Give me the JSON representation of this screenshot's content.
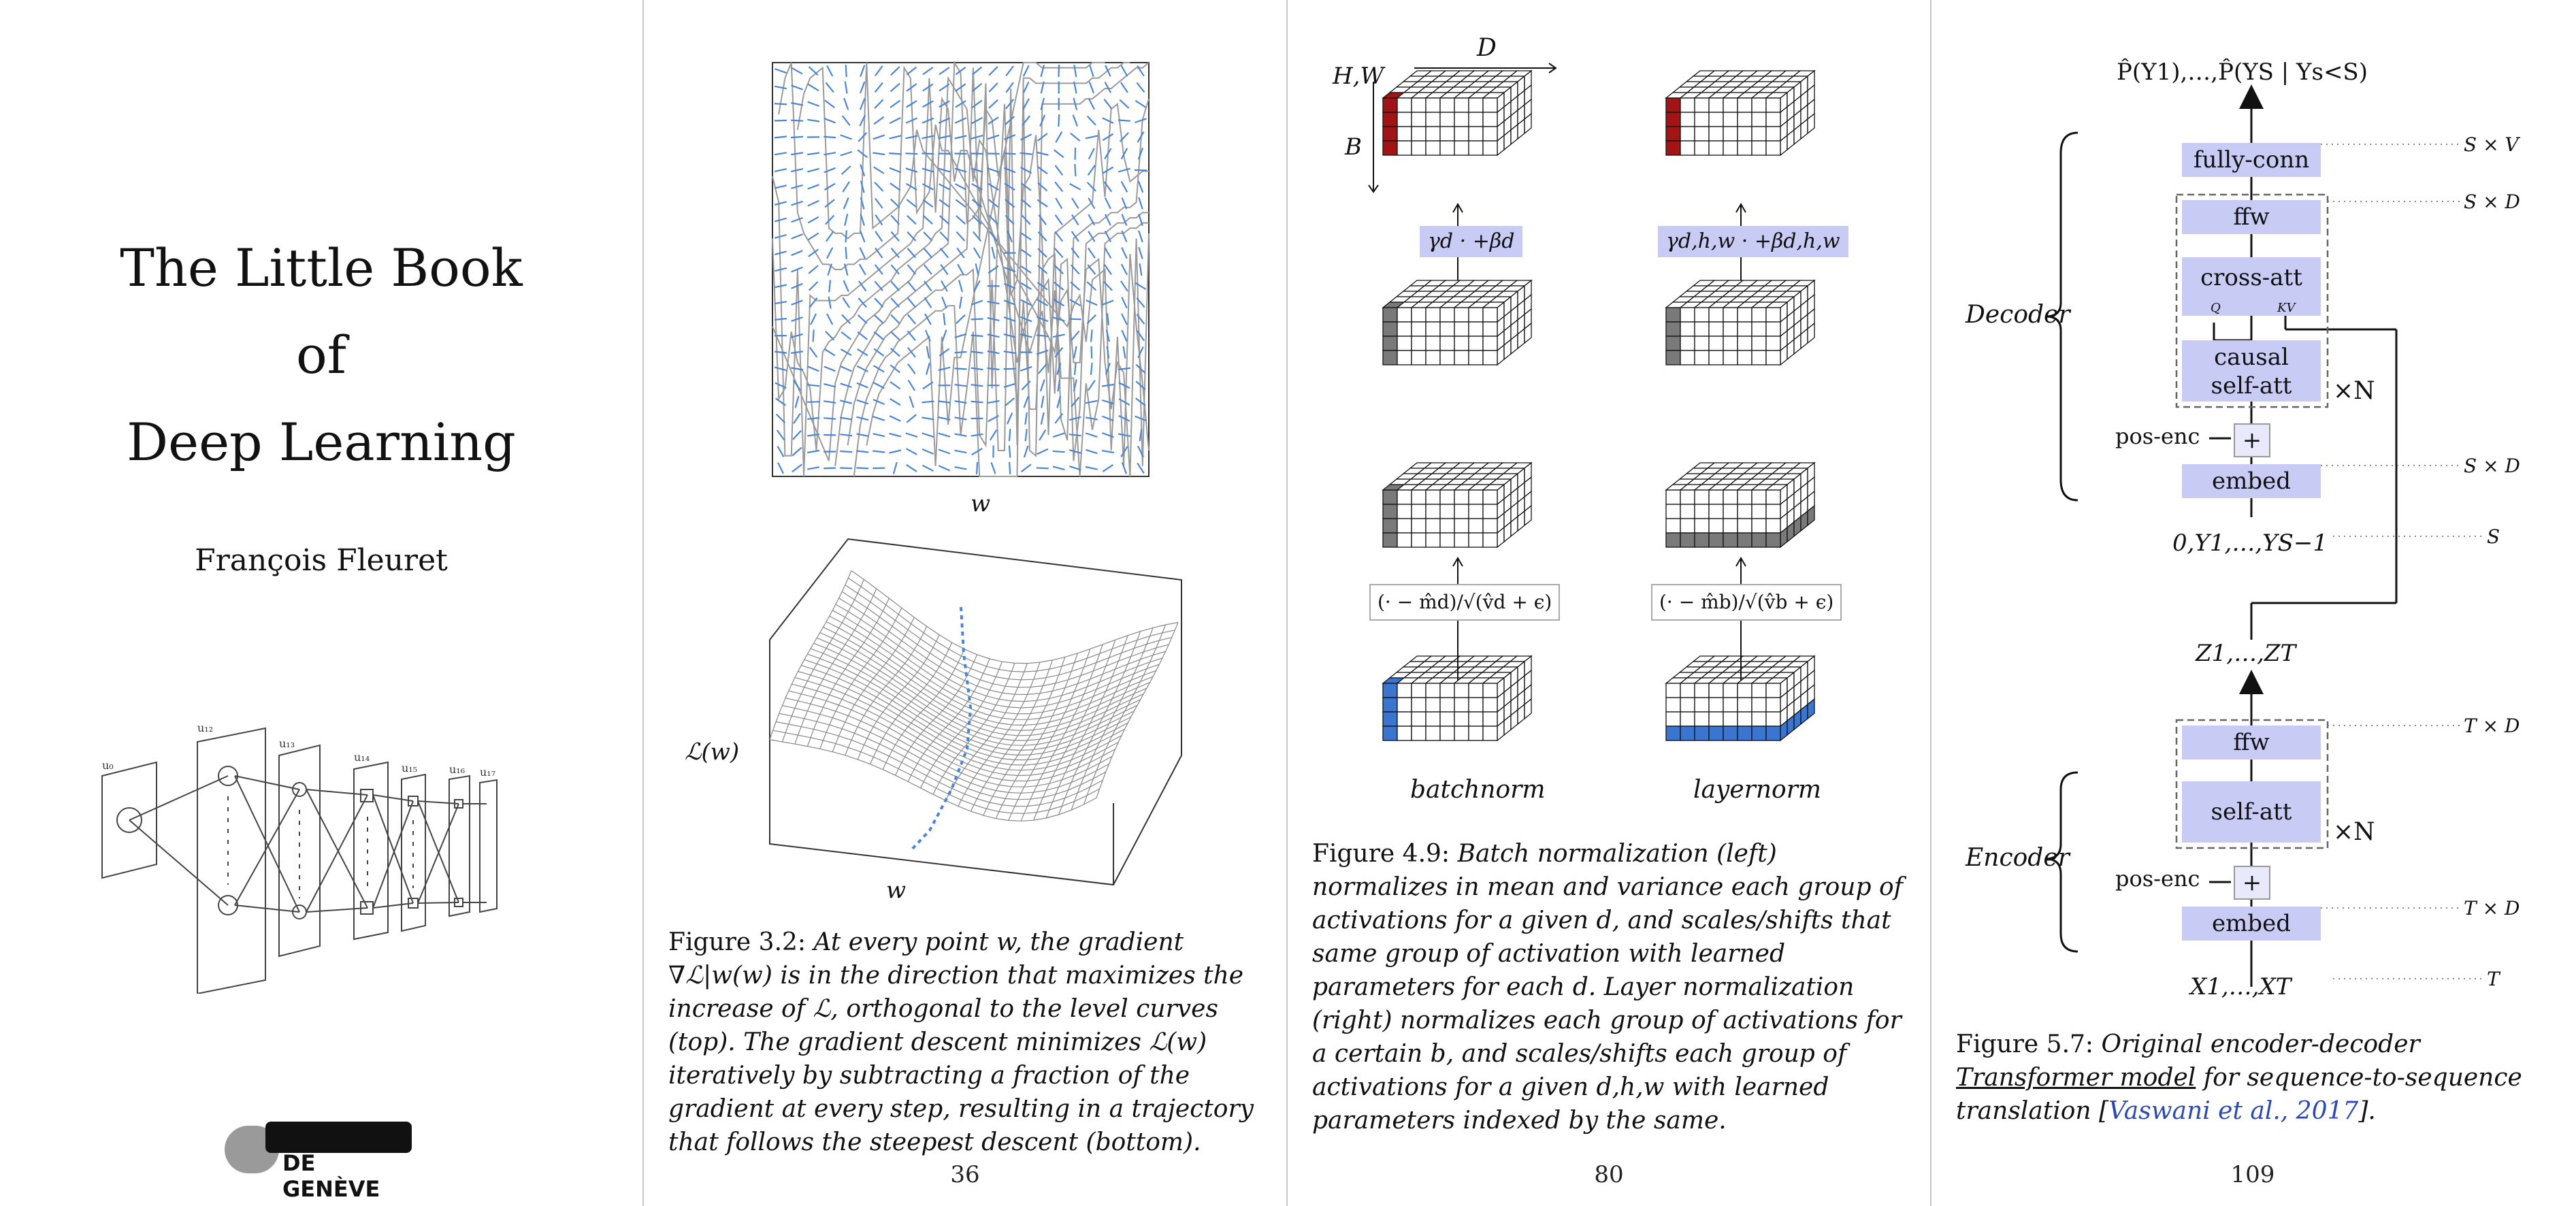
{
  "page1": {
    "title_line1": "The Little Book",
    "title_line2": "of",
    "title_line3": "Deep Learning",
    "author": "François Fleuret",
    "logo_text": "DE GENÈVE"
  },
  "page2": {
    "top_axis_label": "w",
    "bottom_axis_x": "w",
    "bottom_axis_y": "ℒ(w)",
    "caption_label": "Figure 3.2:",
    "caption_text": "At every point w, the gradient ∇ℒ|w(w) is in the direction that maximizes the increase of ℒ, orthogonal to the level curves (top). The gradient descent minimizes ℒ(w) iteratively by subtracting a fraction of the gradient at every step, resulting in a trajectory that follows the steepest descent (bottom).",
    "page_number": "36"
  },
  "page3": {
    "dim_D": "D",
    "dim_HW": "H,W",
    "dim_B": "B",
    "bn_scale": "γd · +βd",
    "ln_scale": "γd,h,w · +βd,h,w",
    "bn_norm": "(· − m̂d)/√(v̂d + ϵ)",
    "ln_norm": "(· − m̂b)/√(v̂b + ϵ)",
    "label_left": "batchnorm",
    "label_right": "layernorm",
    "caption_label": "Figure 4.9:",
    "caption_text": "Batch normalization (left) normalizes in mean and variance each group of activations for a given d, and scales/shifts that same group of activation with learned parameters for each d. Layer normalization (right) normalizes each group of activations for a certain b, and scales/shifts each group of activations for a given d,h,w with learned parameters indexed by the same.",
    "page_number": "80"
  },
  "page4": {
    "output_label": "P̂(Y1),…,P̂(YS | Ys<S)",
    "decoder_label": "Decoder",
    "encoder_label": "Encoder",
    "fully_conn": "fully-conn",
    "ffw_dec": "ffw",
    "cross_att": "cross-att",
    "q_label": "Q",
    "kv_label": "KV",
    "causal_1": "causal",
    "causal_2": "self-att",
    "times_n_dec": "×N",
    "pos_enc_dec": "pos-enc",
    "embed_dec": "embed",
    "dec_input": "0,Y1,…,YS−1",
    "enc_output": "Z1,…,ZT",
    "ffw_enc": "ffw",
    "self_att": "self-att",
    "times_n_enc": "×N",
    "pos_enc_enc": "pos-enc",
    "embed_enc": "embed",
    "enc_input": "X1,…,XT",
    "dim_SV": "S × V",
    "dim_SD1": "S × D",
    "dim_SD2": "S × D",
    "dim_S": "S",
    "dim_TD1": "T × D",
    "dim_TD2": "T × D",
    "dim_T": "T",
    "plus": "+",
    "caption_label": "Figure 5.7:",
    "caption_pre": "Original encoder-decoder",
    "caption_link": "Transformer model",
    "caption_mid": "for sequence-to-sequence translation [",
    "caption_cite": "Vaswani et al., 2017",
    "caption_end": "].",
    "page_number": "109"
  },
  "colors": {
    "box_fill": "#c8cbf4",
    "arrow_blue": "#4a86d8",
    "red": "#a31414",
    "blue_cell": "#3a76cf",
    "gray_cell": "#7a7a7a"
  }
}
